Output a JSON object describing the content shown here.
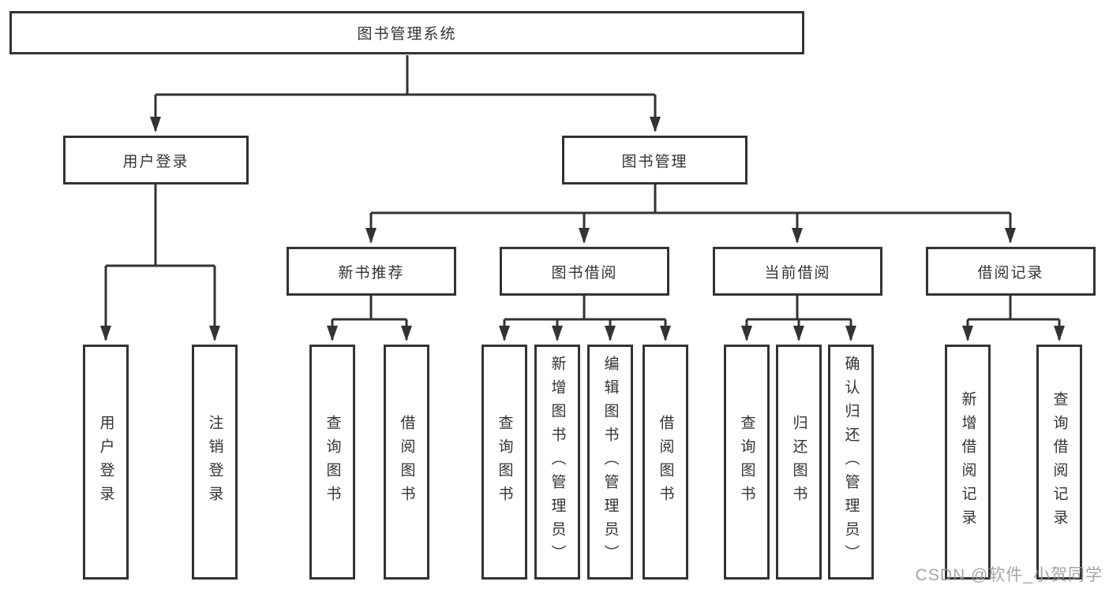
{
  "tree": {
    "label": "图书管理系统",
    "children": [
      {
        "label": "用户登录",
        "children": [
          {
            "label": "用户登录"
          },
          {
            "label": "注销登录"
          }
        ]
      },
      {
        "label": "图书管理",
        "children": [
          {
            "label": "新书推荐",
            "children": [
              {
                "label": "查询图书"
              },
              {
                "label": "借阅图书"
              }
            ]
          },
          {
            "label": "图书借阅",
            "children": [
              {
                "label": "查询图书"
              },
              {
                "label": "新增图书（管理员）"
              },
              {
                "label": "编辑图书（管理员）"
              },
              {
                "label": "借阅图书"
              }
            ]
          },
          {
            "label": "当前借阅",
            "children": [
              {
                "label": "查询图书"
              },
              {
                "label": "归还图书"
              },
              {
                "label": "确认归还（管理员）"
              }
            ]
          },
          {
            "label": "借阅记录",
            "children": [
              {
                "label": "新增借阅记录"
              },
              {
                "label": "查询借阅记录"
              }
            ]
          }
        ]
      }
    ]
  },
  "watermark": {
    "text": "CSDN @软件_小贺同学"
  },
  "colors": {
    "line": "#333333",
    "box_border": "#333333",
    "background": "#ffffff",
    "watermark_text": "#9b9b9b"
  }
}
